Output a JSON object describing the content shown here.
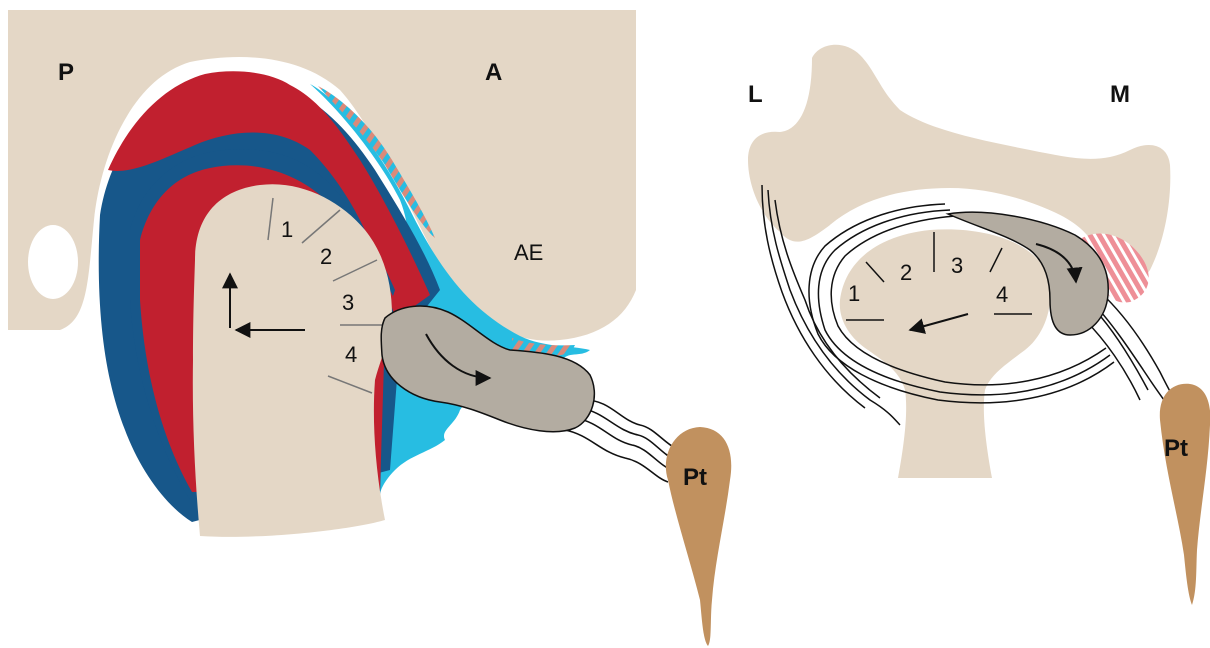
{
  "colors": {
    "bone": "#e4d7c6",
    "red": "#c1202f",
    "navy": "#17578a",
    "cyan": "#27bde2",
    "disc": "#b3aca1",
    "pterygoid": "#c1915f",
    "fibers_salmon": "#d98a7a",
    "fibers_pink": "#ee8f97",
    "outline": "#111111"
  },
  "left_panel": {
    "label_posterior": "P",
    "label_anterior": "A",
    "label_eminence": "AE",
    "label_muscle": "Pt",
    "zones": [
      "1",
      "2",
      "3",
      "4"
    ]
  },
  "right_panel": {
    "label_lateral": "L",
    "label_medial": "M",
    "label_muscle": "Pt",
    "zones": [
      "1",
      "2",
      "3",
      "4"
    ]
  }
}
